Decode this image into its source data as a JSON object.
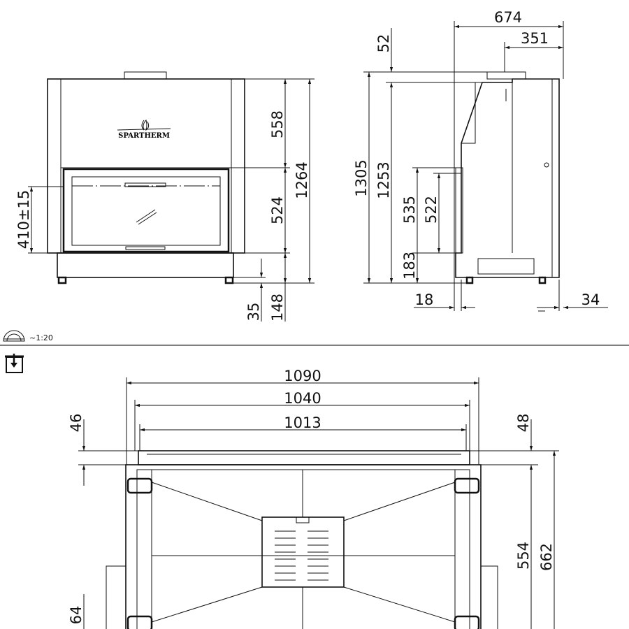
{
  "brand_logo": "SPARTHERM",
  "scale": {
    "icon": "protractor-icon",
    "label": "~1:20"
  },
  "top_view_icon": "top-view-icon",
  "front_view": {
    "dims": {
      "upper_panel": "558",
      "door": "524",
      "total_height": "1264",
      "feet": "35",
      "base": "148",
      "door_height_from_floor": "410±15"
    }
  },
  "side_view": {
    "dims": {
      "depth": "674",
      "depth_rear": "351",
      "collar": "52",
      "total_height": "1305",
      "body_height": "1253",
      "opening_535": "535",
      "opening_522": "522",
      "base_183": "183",
      "front_offset": "18",
      "rear_offset": "34"
    }
  },
  "top_view": {
    "dims": {
      "width_total": "1090",
      "width_body": "1040",
      "width_glass": "1013",
      "front_46": "46",
      "front_48": "48",
      "depth_554": "554",
      "depth_662": "662",
      "side_64": "64"
    }
  }
}
